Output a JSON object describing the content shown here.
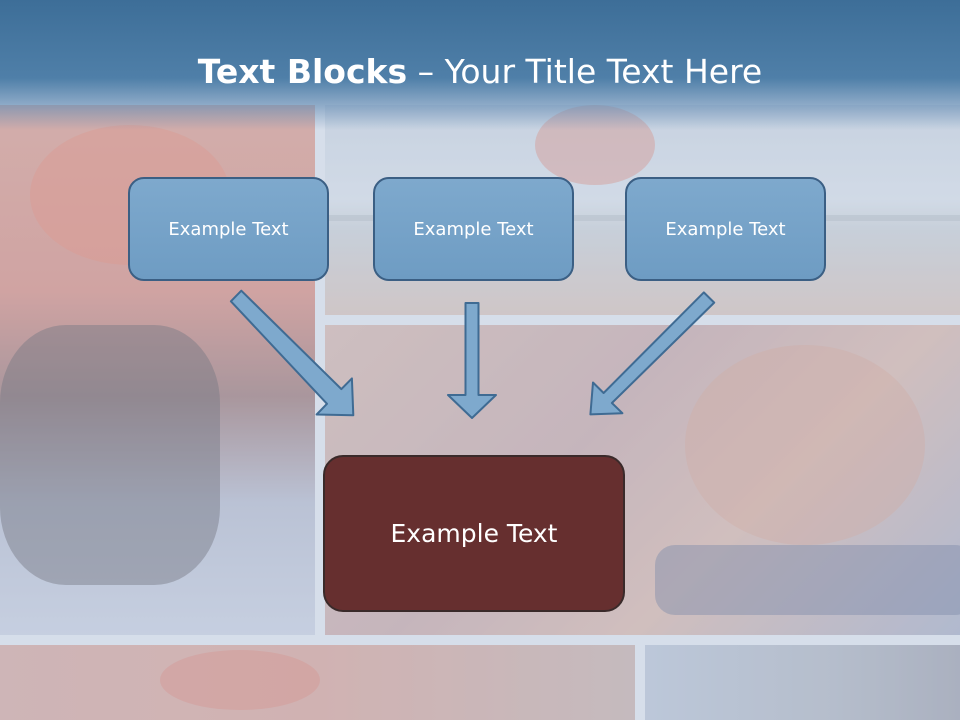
{
  "slide": {
    "title_bold": "Text Blocks",
    "title_rest": " – Your Title Text Here",
    "boxes": [
      {
        "label": "Example Text"
      },
      {
        "label": "Example Text"
      },
      {
        "label": "Example Text"
      }
    ],
    "target_box": {
      "label": "Example Text"
    }
  },
  "colors": {
    "title_bar": "#4a7aa3",
    "box_fill": "#74a2c8",
    "box_border": "#3b5f84",
    "target_fill": "#662f2f",
    "arrow_fill": "#7ea9cd"
  }
}
